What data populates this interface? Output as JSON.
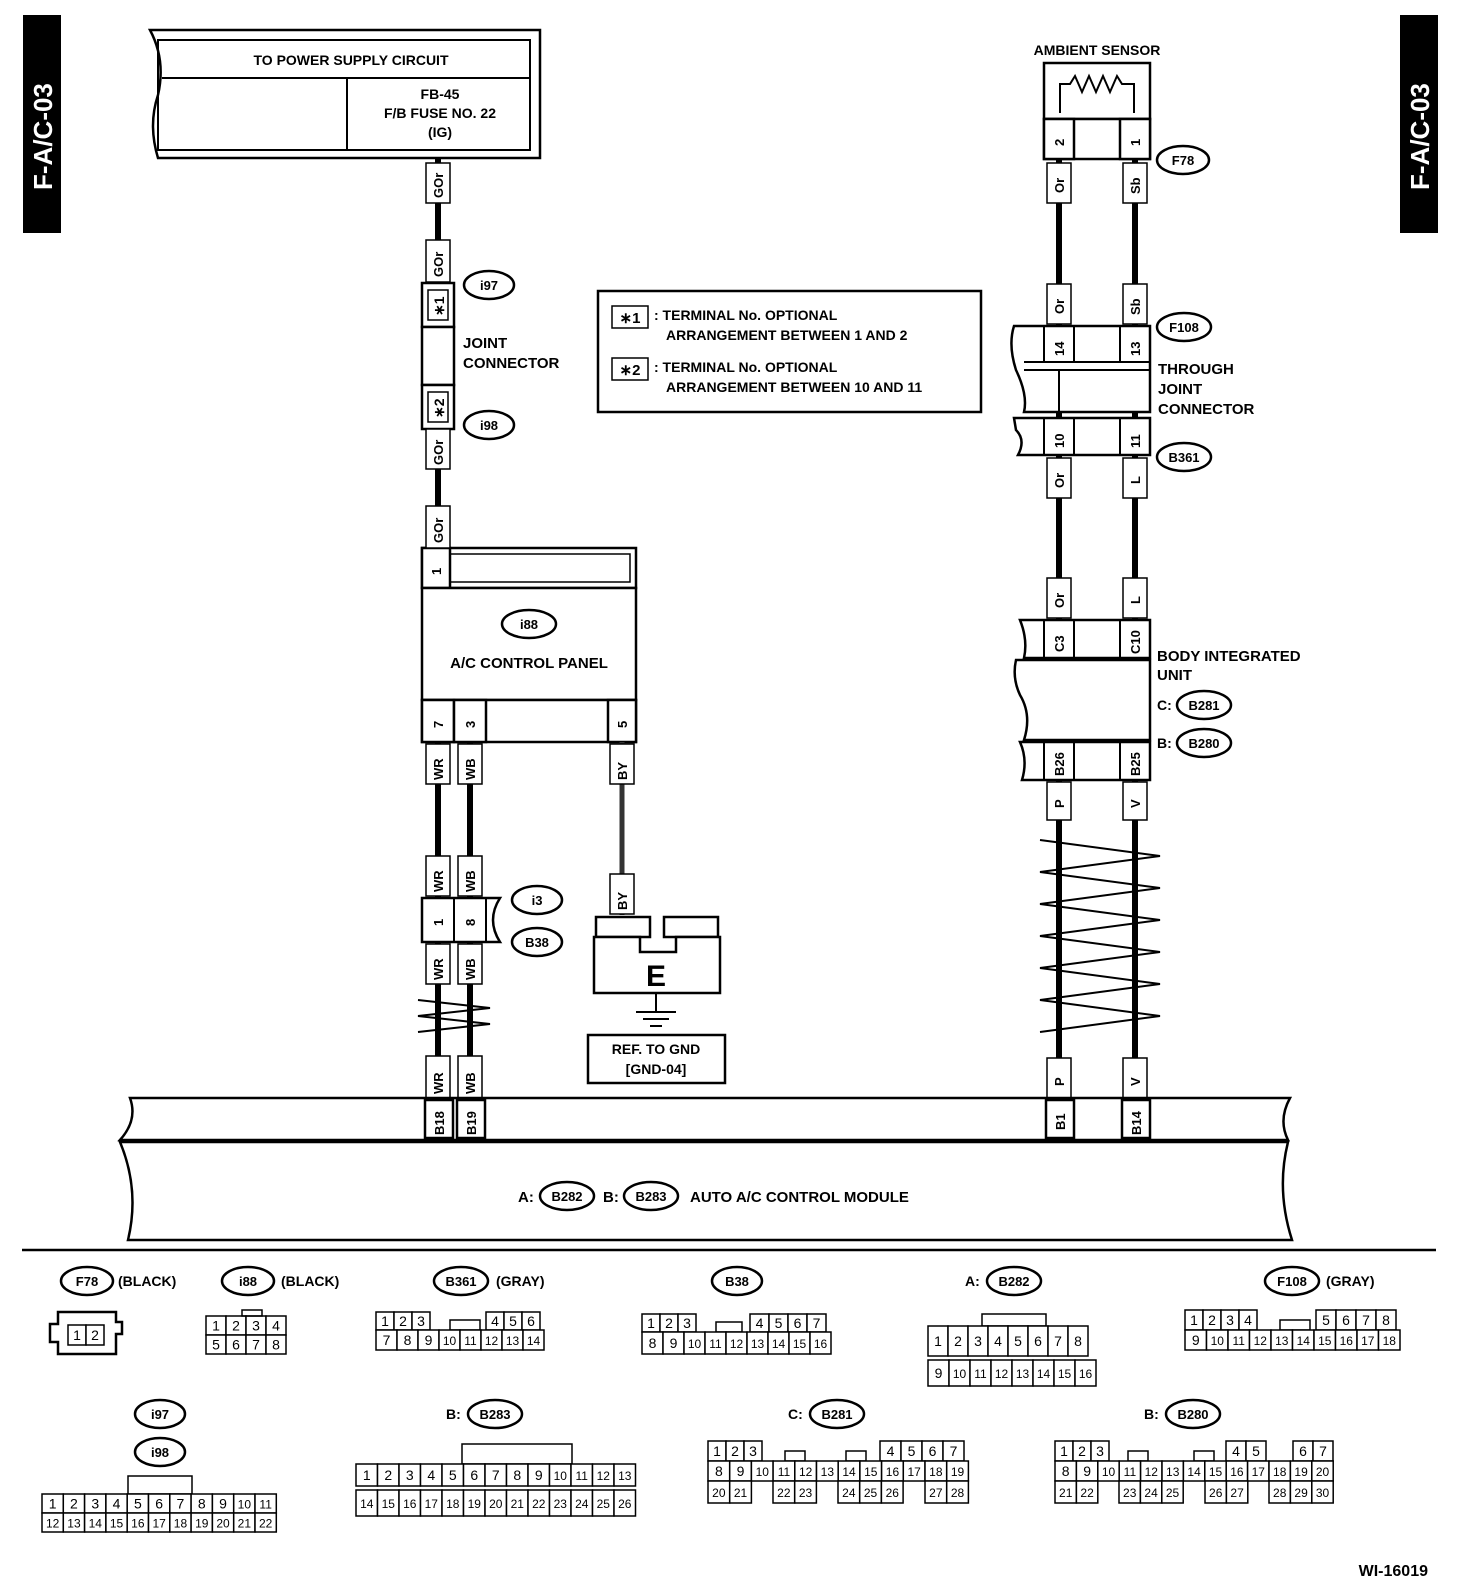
{
  "tabs": {
    "left": "F-A/C-03",
    "right": "F-A/C-03"
  },
  "power_supply": {
    "title": "TO POWER SUPPLY CIRCUIT",
    "fuse_line1": "FB-45",
    "fuse_line2": "F/B FUSE NO. 22",
    "fuse_line3": "(IG)"
  },
  "ambient_sensor": {
    "title": "AMBIENT SENSOR",
    "connector": "F78",
    "pins": [
      "2",
      "1"
    ]
  },
  "joint_connector": {
    "label1": "JOINT",
    "label2": "CONNECTOR",
    "c1": "i97",
    "c2": "i98",
    "mark1": "∗1",
    "mark2": "∗2"
  },
  "legend": {
    "m1": "∗1",
    "t1a": ": TERMINAL No. OPTIONAL",
    "t1b": "ARRANGEMENT BETWEEN 1 AND 2",
    "m2": "∗2",
    "t2a": ": TERMINAL No. OPTIONAL",
    "t2b": "ARRANGEMENT BETWEEN 10 AND 11"
  },
  "through_joint": {
    "l1": "THROUGH",
    "l2": "JOINT",
    "l3": "CONNECTOR",
    "c1": "F108",
    "c2": "B361",
    "p14": "14",
    "p13": "13",
    "p10": "10",
    "p11": "11"
  },
  "ac_panel": {
    "label": "A/C CONTROL PANEL",
    "connector": "i88",
    "pin1": "1",
    "pin7": "7",
    "pin3": "3",
    "pin5": "5"
  },
  "body_unit": {
    "l1": "BODY INTEGRATED",
    "l2": "UNIT",
    "cpre": "C:",
    "c": "B281",
    "bpre": "B:",
    "b": "B280",
    "pc3": "C3",
    "pc10": "C10",
    "pb26": "B26",
    "pb25": "B25"
  },
  "connector_i3": {
    "c1": "i3",
    "c2": "B38",
    "p1": "1",
    "p8": "8"
  },
  "ground": {
    "symbol": "E",
    "ref1": "REF. TO GND",
    "ref2": "[GND-04]"
  },
  "module": {
    "apre": "A:",
    "a": "B282",
    "bpre": "B:",
    "b": "B283",
    "label": "AUTO A/C CONTROL MODULE",
    "pb18": "B18",
    "pb19": "B19",
    "pb1": "B1",
    "pb14": "B14"
  },
  "wires": {
    "gor": "GOr",
    "or": "Or",
    "sb": "Sb",
    "l": "L",
    "wr": "WR",
    "wb": "WB",
    "by": "BY",
    "p": "P",
    "v": "V"
  },
  "views": {
    "f78": {
      "code": "F78",
      "color": "(BLACK)",
      "r1": [
        "1",
        "2"
      ]
    },
    "i88": {
      "code": "i88",
      "color": "(BLACK)",
      "r1": [
        "1",
        "2",
        "3",
        "4"
      ],
      "r2": [
        "5",
        "6",
        "7",
        "8"
      ]
    },
    "b361": {
      "code": "B361",
      "color": "(GRAY)",
      "r1a": [
        "1",
        "2",
        "3"
      ],
      "r1b": [
        "4",
        "5",
        "6"
      ],
      "r2": [
        "7",
        "8",
        "9",
        "10",
        "11",
        "12",
        "13",
        "14"
      ]
    },
    "b38": {
      "code": "B38",
      "r1a": [
        "1",
        "2",
        "3"
      ],
      "r1b": [
        "4",
        "5",
        "6",
        "7"
      ],
      "r2": [
        "8",
        "9",
        "10",
        "11",
        "12",
        "13",
        "14",
        "15",
        "16"
      ]
    },
    "b282": {
      "pre": "A:",
      "code": "B282",
      "r1": [
        "1",
        "2",
        "3",
        "4",
        "5",
        "6",
        "7",
        "8"
      ],
      "r2": [
        "9",
        "10",
        "11",
        "12",
        "13",
        "14",
        "15",
        "16"
      ]
    },
    "f108": {
      "code": "F108",
      "color": "(GRAY)",
      "r1a": [
        "1",
        "2",
        "3",
        "4"
      ],
      "r1b": [
        "5",
        "6",
        "7",
        "8"
      ],
      "r2": [
        "9",
        "10",
        "11",
        "12",
        "13",
        "14",
        "15",
        "16",
        "17",
        "18"
      ]
    },
    "i97": {
      "code1": "i97",
      "code2": "i98",
      "r1": [
        "1",
        "2",
        "3",
        "4",
        "5",
        "6",
        "7",
        "8",
        "9",
        "10",
        "11"
      ],
      "r2": [
        "12",
        "13",
        "14",
        "15",
        "16",
        "17",
        "18",
        "19",
        "20",
        "21",
        "22"
      ]
    },
    "b283": {
      "pre": "B:",
      "code": "B283",
      "r1": [
        "1",
        "2",
        "3",
        "4",
        "5",
        "6",
        "7",
        "8",
        "9",
        "10",
        "11",
        "12",
        "13"
      ],
      "r2": [
        "14",
        "15",
        "16",
        "17",
        "18",
        "19",
        "20",
        "21",
        "22",
        "23",
        "24",
        "25",
        "26"
      ]
    },
    "b281": {
      "pre": "C:",
      "code": "B281",
      "r1a": [
        "1",
        "2",
        "3"
      ],
      "r1b": [
        "4",
        "5",
        "6",
        "7"
      ],
      "r2": [
        "8",
        "9",
        "10",
        "11",
        "12",
        "13",
        "14",
        "15",
        "16",
        "17",
        "18",
        "19"
      ],
      "r3": [
        "20",
        "21",
        "22",
        "23",
        "24",
        "25",
        "26",
        "27",
        "28"
      ]
    },
    "b280": {
      "pre": "B:",
      "code": "B280",
      "r1a": [
        "1",
        "2",
        "3"
      ],
      "r1b": [
        "4",
        "5"
      ],
      "r1c": [
        "6",
        "7"
      ],
      "r2": [
        "8",
        "9",
        "10",
        "11",
        "12",
        "13",
        "14",
        "15",
        "16",
        "17",
        "18",
        "19",
        "20"
      ],
      "r3": [
        "21",
        "22",
        "23",
        "24",
        "25",
        "26",
        "27",
        "28",
        "29",
        "30"
      ]
    }
  },
  "doc_id": "WI-16019"
}
